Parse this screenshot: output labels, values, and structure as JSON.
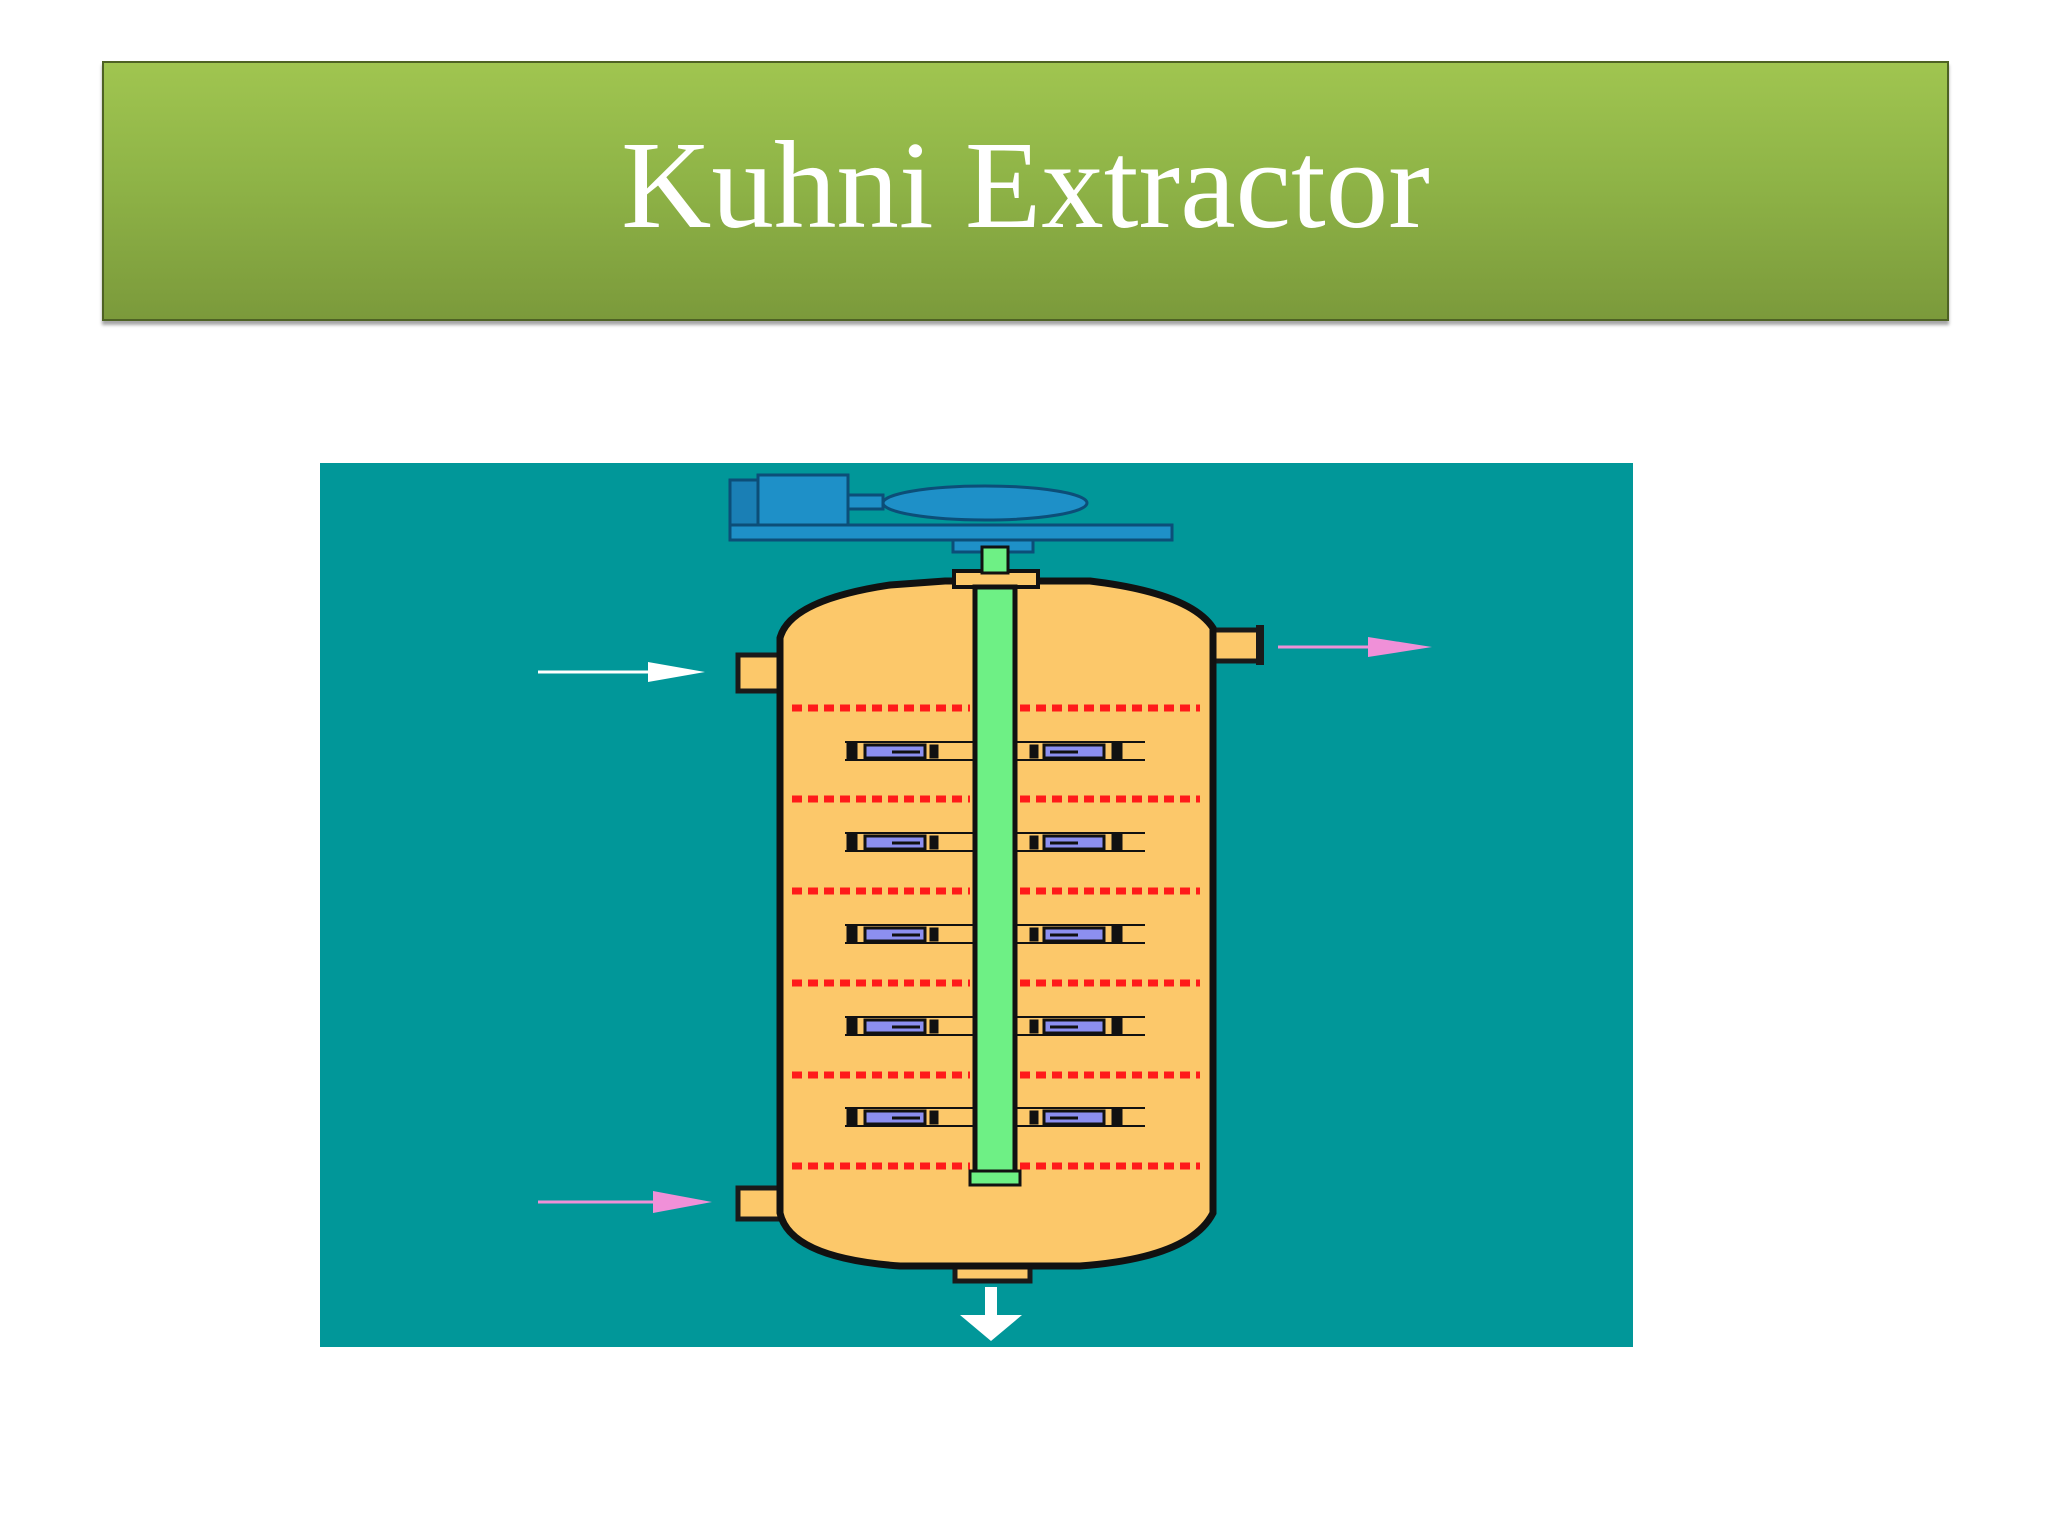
{
  "slide": {
    "title": "Kuhni Extractor",
    "colors": {
      "title_bar": "#8fb447",
      "title_text": "#ffffff",
      "diagram_background": "#019799",
      "vessel_fill": "#fcc86a",
      "shaft": "#6ef085",
      "motor": "#1e90c8",
      "impeller": "#8c8ff0",
      "stator_plates": "#ff1a1a",
      "light_phase_arrow": "#ffffff",
      "heavy_phase_arrow": "#f090d8"
    },
    "diagram": {
      "components": [
        "drive-motor",
        "agitator-shaft",
        "column-vessel",
        "impellers",
        "stator-plates",
        "inlet-nozzles",
        "outlet-nozzles"
      ],
      "impeller_stages": 5,
      "stator_plate_rows": 6
    }
  }
}
